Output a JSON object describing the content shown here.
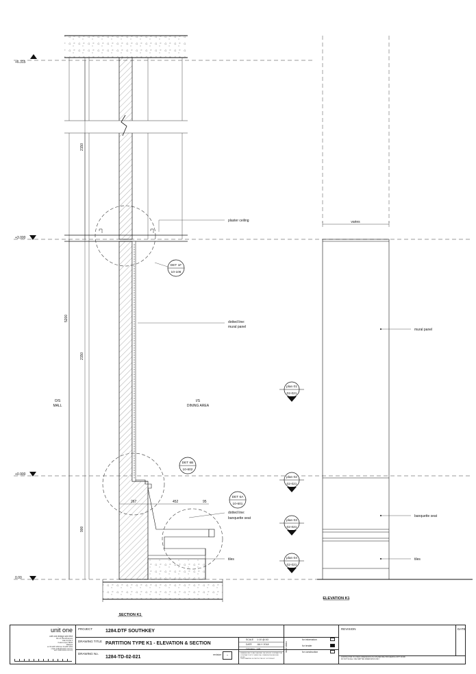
{
  "levels": {
    "top": "+6.315",
    "ceiling": "+3.000",
    "seat": "+0.900",
    "floor": "0.00"
  },
  "dimensions": {
    "d2150_upper": "2150",
    "d5200": "5200",
    "d2150_mid": "2150",
    "d900": "900",
    "d267": "267",
    "d452": "452",
    "d95": "95",
    "varies": "varies"
  },
  "annotations": {
    "plaster_ceiling": "plaster ceiling",
    "dotted_mural_1": "dotted line:",
    "dotted_mural_2": "mural panel",
    "dotted_banq_1": "dotted line:",
    "dotted_banq_2": "banquette seat",
    "tiles_section": "tiles",
    "os_1": "O/S",
    "os_2": "MALL",
    "is_1": "I/S",
    "is_2": "DINING AREA",
    "mural_panel": "mural panel",
    "banquette_seat": "banquette seat",
    "tiles_elev": "tiles"
  },
  "detail_tags": [
    {
      "top": "DET 1F",
      "bottom": "10-106"
    },
    {
      "top": "DET 6B",
      "bottom": "10-602"
    },
    {
      "top": "DET 6A",
      "bottom": "10-601"
    }
  ],
  "plan_tags": [
    {
      "top": "plan 01",
      "bottom": "02-021"
    },
    {
      "top": "plan 02",
      "bottom": "02-021"
    },
    {
      "top": "plan 03",
      "bottom": "02-021"
    },
    {
      "top": "plan 04",
      "bottom": "02-021"
    }
  ],
  "titles": {
    "section": "SECTION K1",
    "elevation": "ELEVATION K1"
  },
  "title_block": {
    "company": "unit one",
    "company_sub": "unit one design sdn bhd",
    "address_lines": [
      "B4-1-5, Block Business",
      "Jalan Kuchai 3",
      "Kuala Lumpur 58200",
      "Malaysia",
      "tel: 03-2287 4252  fax: 03-2287 4252",
      "email: studio@unitone.com.my",
      "web: www.unitone.com.my"
    ],
    "project_label": "PROJECT",
    "project": "1284.DTF SOUTHKEY",
    "drawing_title_label": "DRAWING TITLE",
    "drawing_title": "PARTITION TYPE K1 - ELEVATION & SECTION",
    "drawing_no_label": "DRAWING No.",
    "drawing_no": "1284-TD-02-021",
    "revision_label": "revision",
    "revision_value": "-",
    "scale_label": "SCALE",
    "scale": "1:10 @ A3",
    "date_label": "DATE",
    "date": "JULY 2018",
    "drawn_label": "DRAWN",
    "drawn": "MB",
    "issue_label": "issue status",
    "issue_options": [
      "for information",
      "for tender",
      "for construction"
    ],
    "notes": [
      "DIMENSIONS TO BE CHECKED ON SITE BY CONTRACTOR",
      "CONTRACTOR TO VERIFY ALL DIMENSIONS BEFORE WORK",
      "THIS DRAWING IS PROTECTED BY COPYRIGHT"
    ],
    "disclaimer": [
      "CONTRACTOR TO CHECK DIMENSIONS ON SITE BEFORE PROCEEDING WITH WORK",
      "DO NOT SCALE. USE WRITTEN DIMENSIONS ONLY"
    ],
    "revision_col": "REVISION",
    "date_col": "DATE"
  }
}
